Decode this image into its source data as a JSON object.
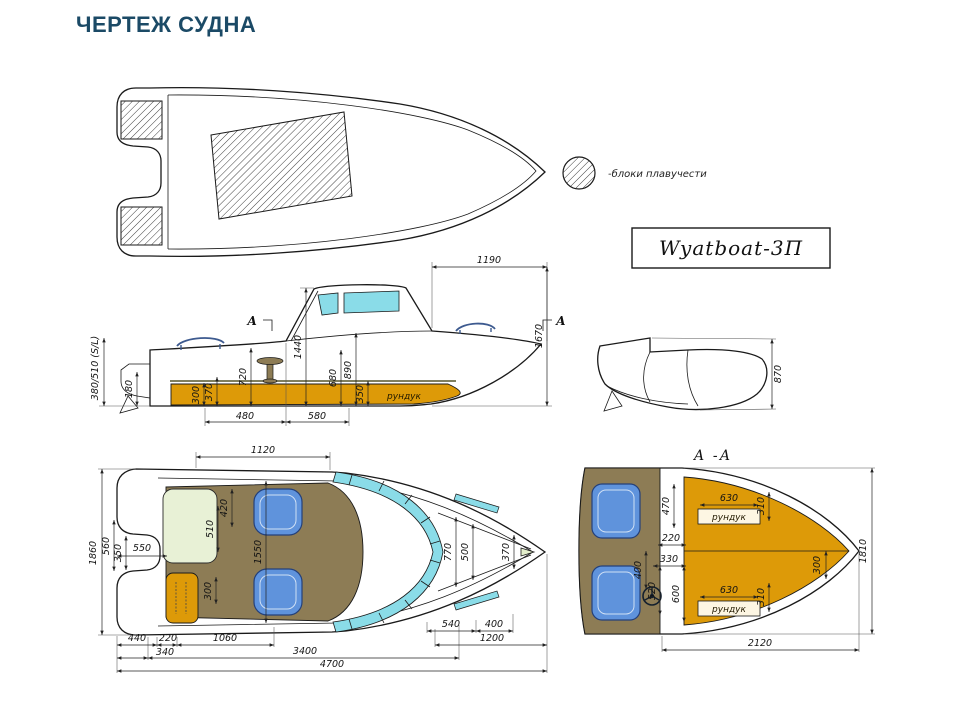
{
  "page": {
    "title": "ЧЕРТЕЖ СУДНА"
  },
  "legend": {
    "flotation": "-блоки плавучести"
  },
  "model_plate": {
    "label": "Wyatboat-3П"
  },
  "side_view": {
    "dim_1190": "1190",
    "dim_1670": "1670",
    "dim_stern_height": "380/510 (S/L)",
    "dim_180": "180",
    "dim_300": "300",
    "dim_370": "370",
    "dim_720": "720",
    "dim_1440": "1440",
    "dim_680": "680",
    "dim_890": "890",
    "dim_350": "350",
    "locker_label": "рундук",
    "dim_480": "480",
    "dim_580": "580",
    "section_mark": "А",
    "dim_870": "870"
  },
  "plan_view": {
    "dim_1120": "1120",
    "dim_1860": "1860",
    "dim_560": "560",
    "dim_350": "350",
    "dim_550": "550",
    "dim_420": "420",
    "dim_510": "510",
    "dim_1550": "1550",
    "dim_300": "300",
    "dim_770": "770",
    "dim_500": "500",
    "dim_370": "370",
    "dim_440": "440",
    "dim_220": "220",
    "dim_340": "340",
    "dim_1060": "1060",
    "dim_540": "540",
    "dim_400": "400",
    "dim_1200": "1200",
    "dim_3400": "3400",
    "dim_4700": "4700"
  },
  "section_view": {
    "title": "А -А",
    "dim_470": "470",
    "dim_630_top": "630",
    "locker_top": "рундук",
    "dim_310_top": "310",
    "dim_220": "220",
    "dim_330": "330",
    "dim_400": "400",
    "dim_520": "520",
    "dim_600": "600",
    "dim_630_bottom": "630",
    "locker_bottom": "рундук",
    "dim_310_bottom": "310",
    "dim_300": "300",
    "dim_1810": "1810",
    "dim_2120": "2120"
  },
  "colors": {
    "accent_title": "#1b4a66",
    "hull_green": "#e3eecb",
    "locker_orange": "#dd9a08",
    "interior_brown": "#8d7c55",
    "seat_blue": "#5f93dc",
    "glass_cyan": "#8adce8"
  }
}
